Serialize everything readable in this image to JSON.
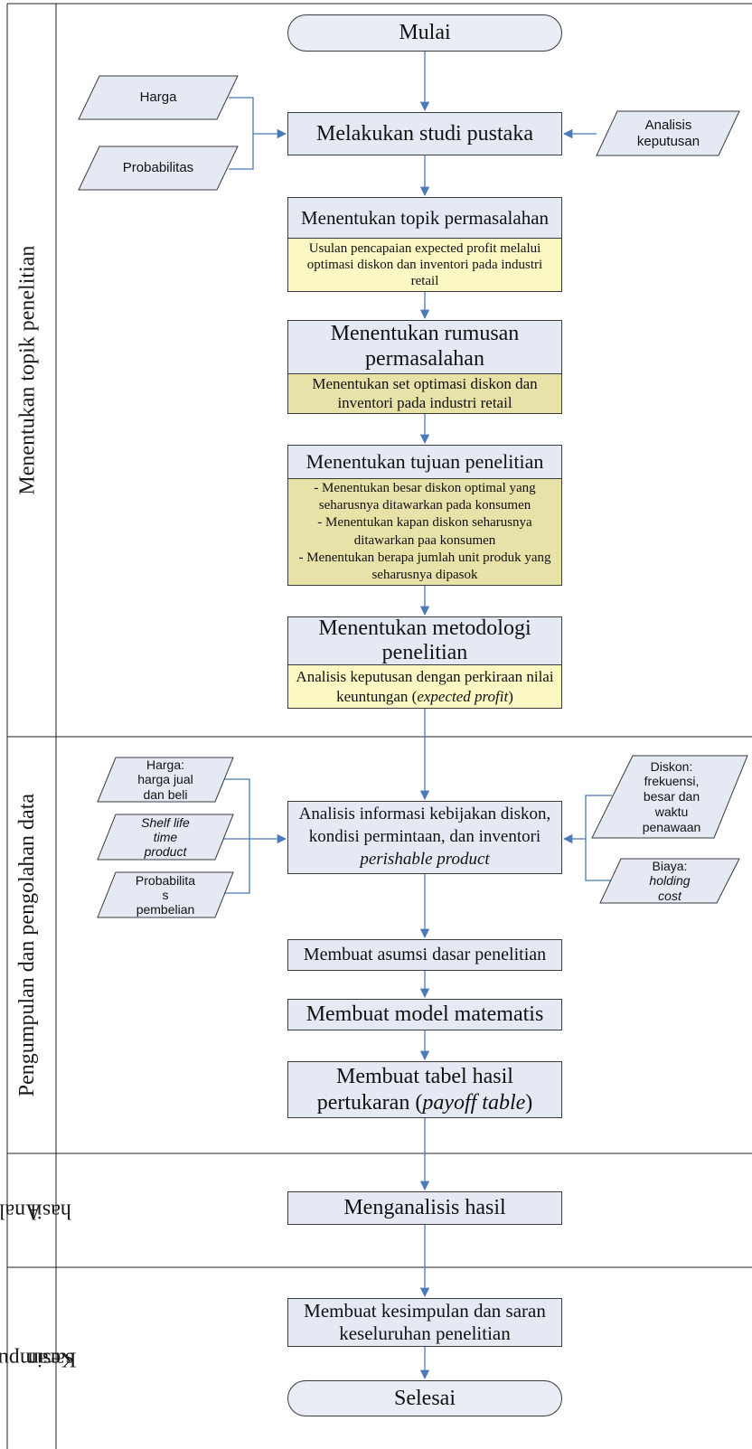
{
  "lanes": {
    "lane1": "Menentukan topik penelitian",
    "lane2": "Pengumpulan dan pengolahan data",
    "lane3_line1": "Analisis",
    "lane3_line2": "hasil",
    "lane4_line1": "Kesimpulan dan",
    "lane4_line2": "saran"
  },
  "nodes": {
    "start": "Mulai",
    "studi_pustaka": "Melakukan studi pustaka",
    "topik_title": "Menentukan topik permasalahan",
    "topik_detail": "Usulan pencapaian expected profit melalui optimasi diskon dan inventori pada industri retail",
    "rumusan_title": "Menentukan rumusan permasalahan",
    "rumusan_detail": "Menentukan set optimasi diskon dan inventori pada industri retail",
    "tujuan_title": "Menentukan tujuan penelitian",
    "tujuan_detail_1": "- Menentukan besar diskon optimal yang seharusnya ditawarkan pada konsumen",
    "tujuan_detail_2": "- Menentukan kapan diskon seharusnya ditawarkan paa konsumen",
    "tujuan_detail_3": "- Menentukan berapa jumlah unit produk yang seharusnya dipasok",
    "metodologi_title": "Menentukan metodologi penelitian",
    "metodologi_detail_a": "Analisis keputusan dengan perkiraan nilai keuntungan (",
    "metodologi_detail_em": "expected profit",
    "metodologi_detail_b": ")",
    "analisis_info_a": "Analisis informasi kebijakan diskon, kondisi permintaan, dan inventori ",
    "analisis_info_em": "perishable product",
    "asumsi": "Membuat asumsi dasar penelitian",
    "model": "Membuat model matematis",
    "tabel_a": "Membuat tabel hasil pertukaran (",
    "tabel_em": "payoff table",
    "tabel_b": ")",
    "menganalisis": "Menganalisis hasil",
    "kesimpulan": "Membuat kesimpulan dan saran keseluruhan penelitian",
    "end": "Selesai"
  },
  "inputs": {
    "harga": "Harga",
    "probabilitas": "Probabilitas",
    "analisis_keputusan_1": "Analisis",
    "analisis_keputusan_2": "keputusan",
    "harga_jual_1": "Harga:",
    "harga_jual_2": "harga jual",
    "harga_jual_3": "dan beli",
    "shelf_1": "Shelf life",
    "shelf_2": "time",
    "shelf_3": "product",
    "prob_beli_1": "Probabilita",
    "prob_beli_2": "s",
    "prob_beli_3": "pembelian",
    "diskon_1": "Diskon:",
    "diskon_2": "frekuensi,",
    "diskon_3": "besar dan",
    "diskon_4": "waktu",
    "diskon_5": "penawaan",
    "biaya_1": "Biaya:",
    "biaya_2": "holding",
    "biaya_3": "cost"
  },
  "colors": {
    "process_fill": "#e4e9f3",
    "detail_fill": "#fbf8c4",
    "highlight_fill": "#e6e2a8",
    "connector": "#4a7ab8",
    "border": "#3b3b3b"
  }
}
